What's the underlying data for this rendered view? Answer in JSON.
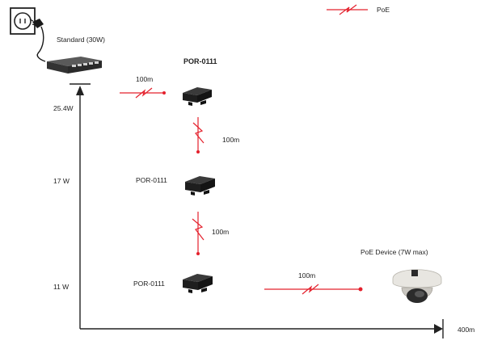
{
  "legend": {
    "label": "PoE",
    "color": "#e4202c"
  },
  "source": {
    "label": "Standard (30W)"
  },
  "title": "POR-0111",
  "power_axis": {
    "labels": [
      "25.4W",
      "17 W",
      "11 W"
    ]
  },
  "distance_axis": {
    "end_label": "400m"
  },
  "segments": [
    "100m",
    "100m",
    "100m",
    "100m"
  ],
  "repeaters": [
    "POR-0111",
    "POR-0111"
  ],
  "device": {
    "label": "PoE Device (7W max)"
  },
  "colors": {
    "poe_line": "#e4202c",
    "axis": "#222222",
    "device_body": "#1e1e1e"
  }
}
